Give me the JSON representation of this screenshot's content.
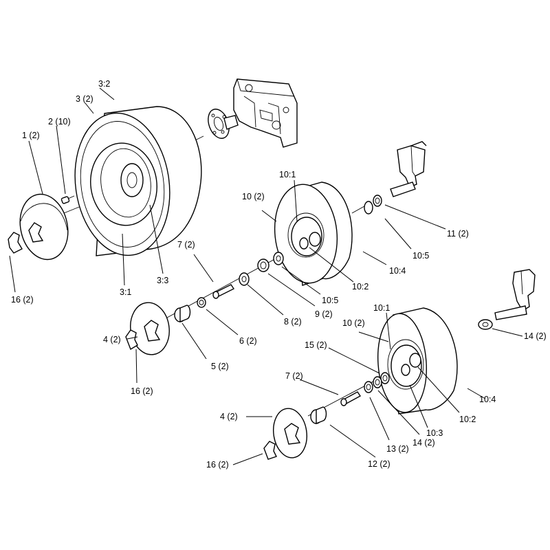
{
  "diagram": {
    "callouts": {
      "c1": "1 (2)",
      "c2": "2 (10)",
      "c3": "3 (2)",
      "c3_2": "3:2",
      "c3_1": "3:1",
      "c3_3": "3:3",
      "c16a": "16 (2)",
      "c10a": "10 (2)",
      "c10_1a": "10:1",
      "c11": "11 (2)",
      "c10_5a": "10:5",
      "c10_4a": "10:4",
      "c10_2a": "10:2",
      "c10_5b": "10:5",
      "c7a": "7 (2)",
      "c9": "9 (2)",
      "c8": "8 (2)",
      "c6": "6 (2)",
      "c4a": "4 (2)",
      "c5": "5 (2)",
      "c16b": "16 (2)",
      "c10_1b": "10:1",
      "c10b": "10 (2)",
      "c15": "15 (2)",
      "c14a": "14 (2)",
      "c7b": "7 (2)",
      "c10_4b": "10:4",
      "c10_2b": "10:2",
      "c10_3": "10:3",
      "c4b": "4 (2)",
      "c13": "13 (2)",
      "c14b": "14 (2)",
      "c16c": "16 (2)",
      "c12": "12 (2)"
    }
  }
}
